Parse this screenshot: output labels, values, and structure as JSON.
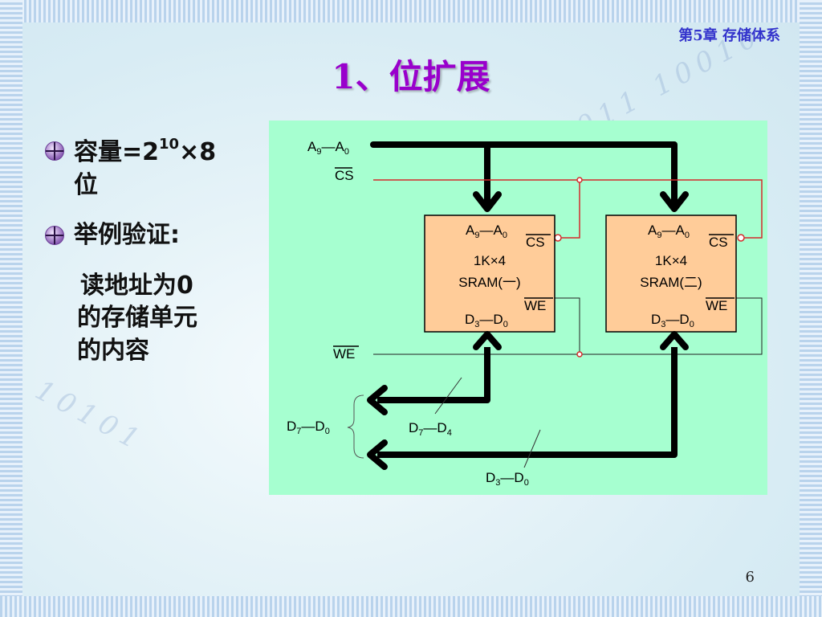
{
  "header": {
    "chapter": "第5章 存储体系"
  },
  "title": "1、位扩展",
  "bullets": [
    {
      "prefix": "容量=",
      "base": "2",
      "exp": "10",
      "suffix": "×8",
      "line2": "位"
    },
    {
      "text": "举例验证:"
    }
  ],
  "sub_text": {
    "line1": "读地址为0",
    "line2": "的存储单元",
    "line3": "的内容"
  },
  "diagram": {
    "addr_in": {
      "a": "A",
      "s1": "9",
      "dash": "—",
      "b": "A",
      "s2": "0"
    },
    "cs_label": "CS",
    "we_label": "WE",
    "chip1": {
      "addr": {
        "a": "A",
        "s1": "9",
        "dash": "—",
        "b": "A",
        "s2": "0"
      },
      "cs": "CS",
      "size": "1K×4",
      "name": "SRAM(一)",
      "we": "WE",
      "data": {
        "a": "D",
        "s1": "3",
        "dash": "—",
        "b": "D",
        "s2": "0"
      }
    },
    "chip2": {
      "addr": {
        "a": "A",
        "s1": "9",
        "dash": "—",
        "b": "A",
        "s2": "0"
      },
      "cs": "CS",
      "size": "1K×4",
      "name": "SRAM(二)",
      "we": "WE",
      "data": {
        "a": "D",
        "s1": "3",
        "dash": "—",
        "b": "D",
        "s2": "0"
      }
    },
    "data_out": {
      "a": "D",
      "s1": "7",
      "dash": "—",
      "b": "D",
      "s2": "0"
    },
    "data_hi": {
      "a": "D",
      "s1": "7",
      "dash": "—",
      "b": "D",
      "s2": "4"
    },
    "data_lo": {
      "a": "D",
      "s1": "3",
      "dash": "—",
      "b": "D",
      "s2": "0"
    }
  },
  "page_number": "6",
  "colors": {
    "diagram_bg": "#a6ffd0",
    "chip_fill": "#ffcc99",
    "title": "#9900cc",
    "header": "#3333cc",
    "cs_line": "#d42a2a"
  }
}
